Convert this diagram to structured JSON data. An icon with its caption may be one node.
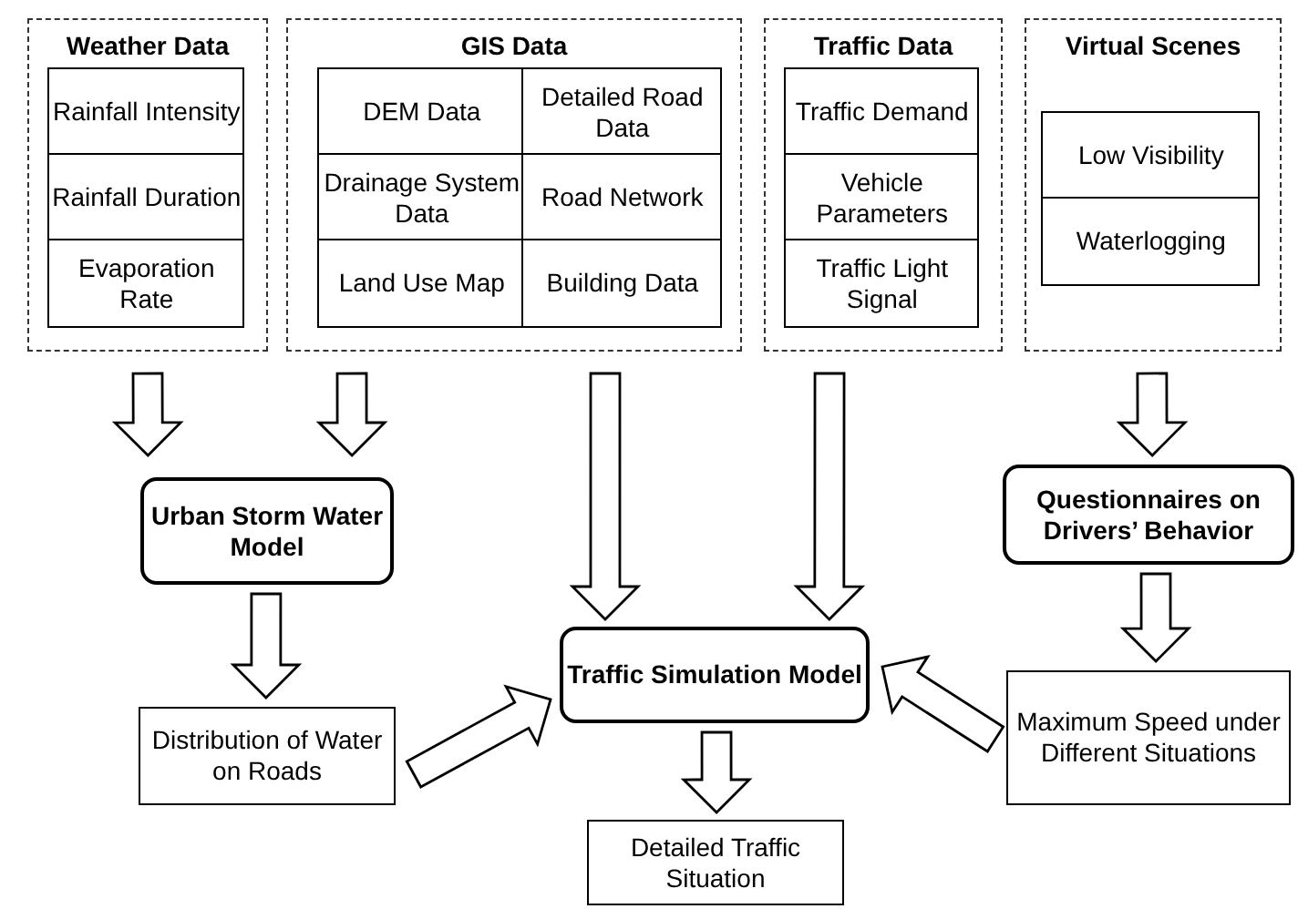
{
  "diagram": {
    "nodes": [
      {
        "text": [
          "Weather Data"
        ]
      },
      {
        "text": [
          "Rainfall Intensity"
        ],
        "in": 0
      },
      {
        "text": [
          "Rainfall Duration"
        ],
        "in": 0
      },
      {
        "text": [
          "Evaporation Rate"
        ],
        "in": 0
      },
      {
        "text": [
          "GIS Data"
        ]
      },
      {
        "text": [
          "DEM Data"
        ],
        "in": 4
      },
      {
        "text": [
          "Detailed Road Data"
        ],
        "in": 4
      },
      {
        "text": [
          "Drainage System Data"
        ],
        "in": 4
      },
      {
        "text": [
          "Road Network"
        ],
        "in": 4
      },
      {
        "text": [
          "Land Use Map"
        ],
        "in": 4
      },
      {
        "text": [
          "Building Data"
        ],
        "in": 4
      },
      {
        "text": [
          "Traffic Data"
        ]
      },
      {
        "text": [
          "Traffic Demand"
        ],
        "in": 11
      },
      {
        "text": [
          "Vehicle Parameters"
        ],
        "in": 11
      },
      {
        "text": [
          "Traffic Light Signal"
        ],
        "in": 11
      },
      {
        "text": [
          "Virtual Scenes"
        ]
      },
      {
        "text": [
          "Low Visibility"
        ],
        "in": 15
      },
      {
        "text": [
          "Waterlogging"
        ],
        "in": 15
      },
      {
        "text": [
          "Urban Storm Water Model"
        ]
      },
      {
        "text": [
          "Distribution of Water on Roads"
        ]
      },
      {
        "text": [
          "Traffic Simulation Model"
        ]
      },
      {
        "text": [
          "Questionnaires on Drivers’ Behavior"
        ]
      },
      {
        "text": [
          "Maximum Speed under Different Situations"
        ]
      },
      {
        "text": [
          "Detailed Traffic Situation"
        ]
      }
    ],
    "edges": [
      {
        "from": 0,
        "to": 18,
        "arrow": "to"
      },
      {
        "from": 4,
        "to": 18,
        "arrow": "to"
      },
      {
        "from": 4,
        "to": 20,
        "arrow": "to"
      },
      {
        "from": 11,
        "to": 20,
        "arrow": "to"
      },
      {
        "from": 15,
        "to": 21,
        "arrow": "to"
      },
      {
        "from": 18,
        "to": 19,
        "arrow": "to"
      },
      {
        "from": 19,
        "to": 20,
        "arrow": "to"
      },
      {
        "from": 21,
        "to": 22,
        "arrow": "to"
      },
      {
        "from": 22,
        "to": 20,
        "arrow": "to"
      },
      {
        "from": 20,
        "to": 23,
        "arrow": "to"
      }
    ]
  }
}
